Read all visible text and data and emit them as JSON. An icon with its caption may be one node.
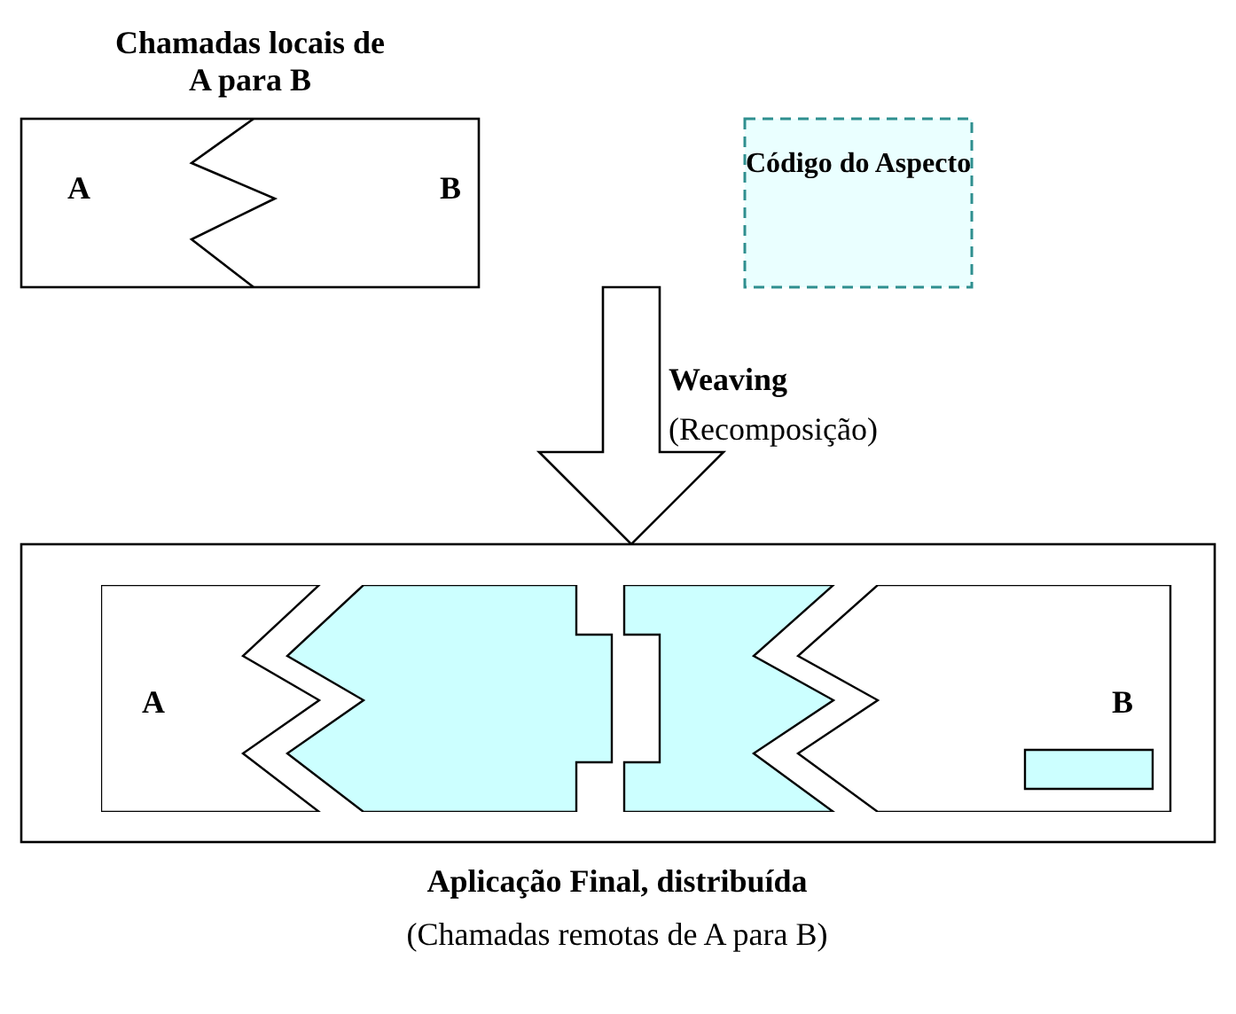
{
  "diagram": {
    "nodes": [
      {
        "text": [
          "Chamadas locais de A para B",
          "A",
          "B"
        ]
      },
      {
        "text": [
          "Código do Aspecto"
        ]
      },
      {
        "text": [
          "Aplicação Final, distribuída",
          "(Chamadas remotas de A para B)"
        ]
      },
      {
        "text": [
          "A"
        ],
        "in": 2
      },
      {
        "text": [],
        "shape": "box",
        "in": 2
      },
      {
        "text": [],
        "shape": "box",
        "in": 2
      },
      {
        "text": [
          "B"
        ],
        "in": 2
      },
      {
        "text": [],
        "shape": "box",
        "in": 6
      }
    ],
    "edges": [
      {
        "from": 0,
        "to": 2,
        "arrow": "to",
        "label": "**Weaving** (Recomposição)",
        "style": "thick"
      }
    ]
  }
}
